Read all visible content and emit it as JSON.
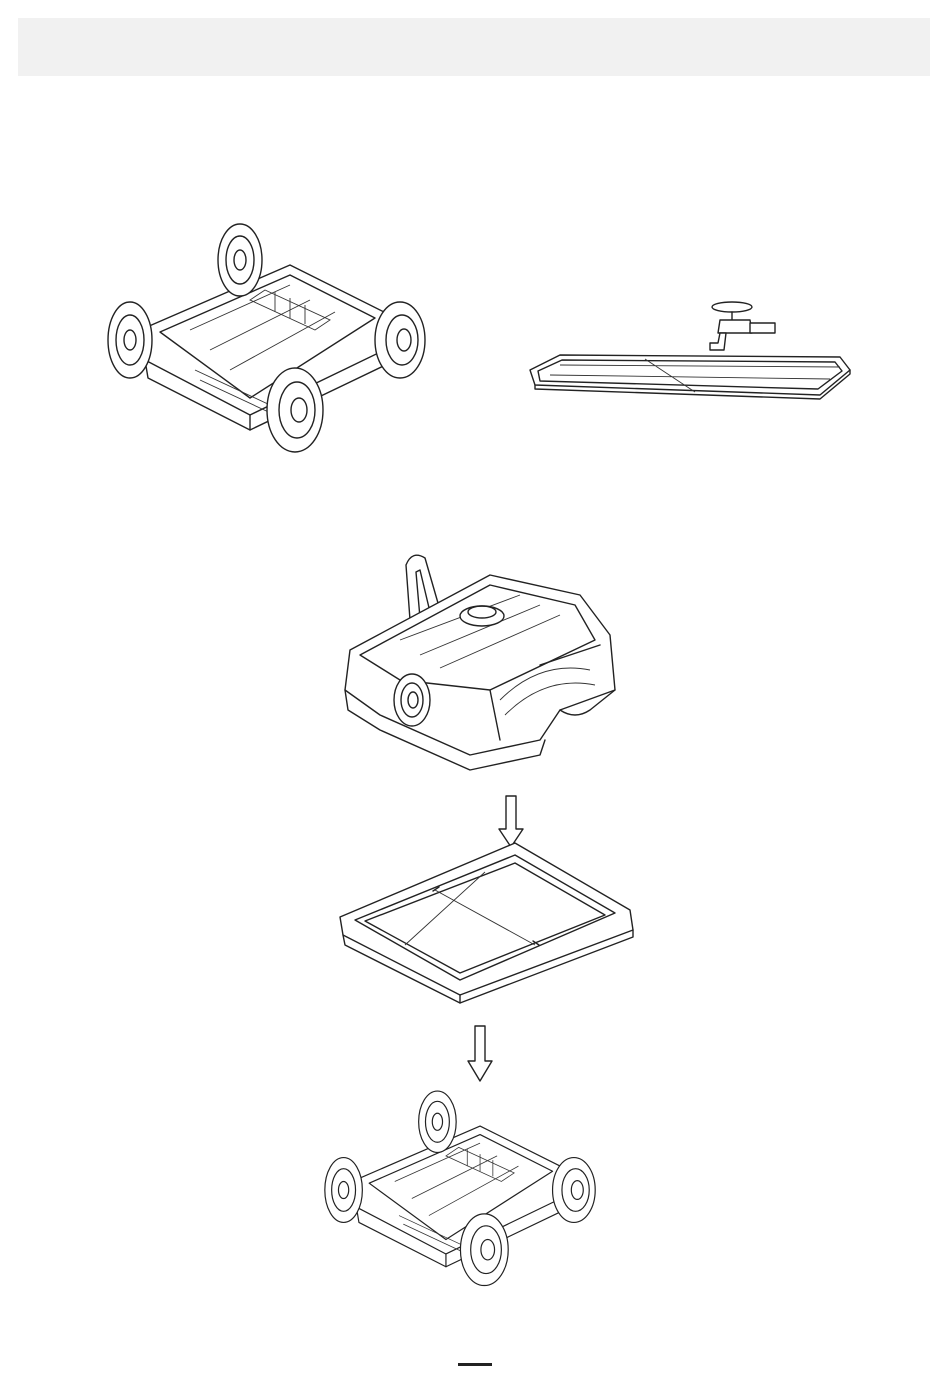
{
  "header": {
    "text": ""
  },
  "figures": [
    {
      "id": "base-chassis-top",
      "icon": "pool-cleaner-base-with-wheels"
    },
    {
      "id": "filter-under-faucet",
      "icon": "filter-tray-rinsed-by-faucet"
    },
    {
      "id": "cover-top",
      "icon": "pool-cleaner-top-cover"
    },
    {
      "id": "arrow-1",
      "icon": "down-arrow"
    },
    {
      "id": "filter-tray",
      "icon": "filter-tray"
    },
    {
      "id": "arrow-2",
      "icon": "down-arrow"
    },
    {
      "id": "base-chassis-bottom",
      "icon": "pool-cleaner-base-with-wheels"
    }
  ],
  "page_marker": {
    "icon": "page-number-bar"
  }
}
